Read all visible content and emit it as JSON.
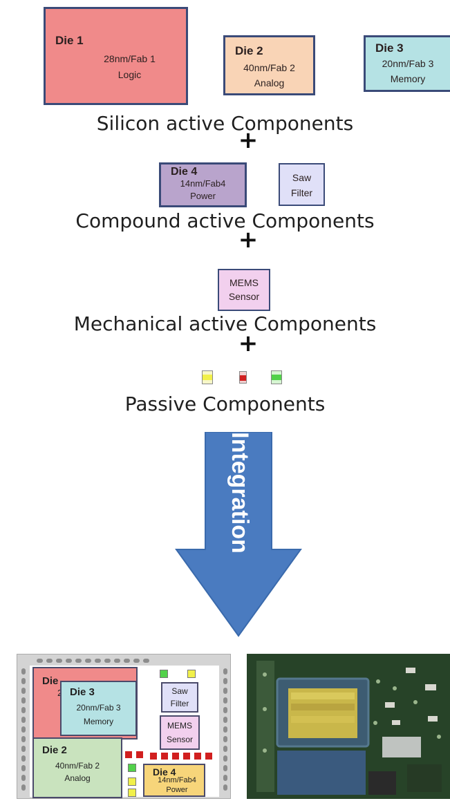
{
  "silicon": {
    "die1": {
      "title": "Die 1",
      "spec": "28nm/Fab 1",
      "type": "Logic",
      "color": "#f08a8a"
    },
    "die2": {
      "title": "Die 2",
      "spec": "40nm/Fab 2",
      "type": "Analog",
      "color": "#f9d4b6"
    },
    "die3": {
      "title": "Die 3",
      "spec": "20nm/Fab 3",
      "type": "Memory",
      "color": "#b5e2e4"
    },
    "heading": "Silicon active Components"
  },
  "compound": {
    "die4": {
      "title": "Die 4",
      "spec": "14nm/Fab4",
      "type": "Power",
      "color": "#b9a4cc"
    },
    "saw": {
      "line1": "Saw",
      "line2": "Filter",
      "color": "#e0e0f8"
    },
    "heading": "Compound active Components"
  },
  "mechanical": {
    "mems": {
      "line1": "MEMS",
      "line2": "Sensor",
      "color": "#f2d0ee"
    },
    "heading": "Mechanical active Components"
  },
  "passive": {
    "heading": "Passive Components",
    "capacitor_colors": [
      "#f1f04a",
      "#d11f1f",
      "#52d14a"
    ]
  },
  "plus_sign": "+",
  "integration": {
    "label": "Integration",
    "color": "#4a7bc0"
  },
  "package": {
    "die1_title": "Die",
    "die1_fragment": "2",
    "die3": {
      "title": "Die 3",
      "spec": "20nm/Fab 3",
      "type": "Memory"
    },
    "saw": {
      "line1": "Saw",
      "line2": "Filter"
    },
    "mems": {
      "line1": "MEMS",
      "line2": "Sensor"
    },
    "die2": {
      "title": "Die 2",
      "spec": "40nm/Fab 2",
      "type": "Analog",
      "color": "#c9e3be"
    },
    "die4": {
      "title": "Die 4",
      "spec": "14nm/Fab4",
      "type": "Power",
      "color": "#f7d57a"
    }
  }
}
